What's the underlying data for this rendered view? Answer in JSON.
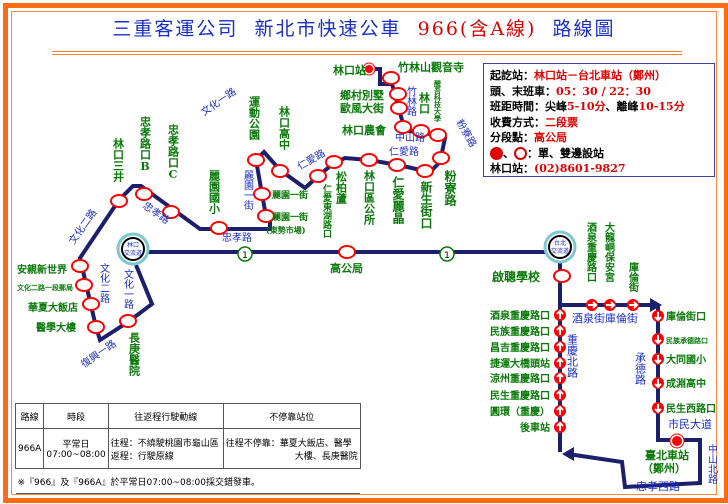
{
  "title": {
    "company": "三重客運公司",
    "service": "新北市快速公車",
    "route": "966(含A線)",
    "suffix": "路線圖"
  },
  "info": {
    "terminals_label": "起訖站：",
    "terminals": "林口站－台北車站（鄭州）",
    "first_last_label": "頭、末班車：",
    "first_last": "05：30 / 22：30",
    "headway_label": "班距時間：",
    "peak_label": "尖峰",
    "peak": "5-10分",
    "sep": "、",
    "offpeak_label": "離峰",
    "offpeak": "10-15分",
    "fare_label": "收費方式：",
    "fare": "二段票",
    "section_label": "分段點：",
    "section": "高公局",
    "legend_text": "：單、雙邊設站",
    "phone_label": "林口站：",
    "phone": "(02)8601-9827"
  },
  "stations": {
    "linkou_station": "林口站",
    "zhulinshan": "竹林山觀音寺",
    "xiangcun": "鄉村別墅",
    "oufeng": "歐風大街",
    "nonghui": "林口農會",
    "linkou_v": "林口",
    "hsingwu": "醒吾科技大學",
    "fenliao": "粉寮路",
    "xinsheng": "新生街口",
    "renai_lijing": "仁愛麗晶",
    "district_office": "林口區公所",
    "songbailu": "松柏蘆",
    "renai_donghu": "仁愛東湖路口",
    "linkou_high": "林口高中",
    "sports_park": "運動公園",
    "liyuan1": "麗園一街",
    "liyuan1_market": "麗園一街",
    "market_note": "(東勢市場)",
    "liyuan_elem": "麗園國小",
    "zhongxiao_c": "忠孝路口C",
    "zhongxiao_b": "忠孝路口B",
    "sanjing": "林口三井",
    "anqin": "安親新世界",
    "post_office": "文化二路一段郵局",
    "huaxia": "華夏大飯店",
    "medical_bldg": "醫學大樓",
    "changgung": "長庚醫院",
    "linkou_ic_1": "林口",
    "linkou_ic_2": "交流道",
    "highway_bureau": "高公局",
    "taipei_ic_1": "台北",
    "taipei_ic_2": "交流道",
    "qicong": "啟聰學校",
    "jiuquan_chongqing_top": "酒泉重慶路口",
    "dalongdong": "大龍峒保安宮",
    "kulun": "庫倫街",
    "left_column": [
      "酒泉重慶路口",
      "民族重慶路口",
      "昌吉重慶路口",
      "捷運大橋頭站",
      "涼州重慶路口",
      "民生重慶路口",
      "圓環（重慶）",
      "後車站"
    ],
    "right_column": [
      "庫倫街口",
      "民族承德路口",
      "大同國小",
      "成淵高中",
      "民生西路口"
    ],
    "taipei_main_1": "臺北車站",
    "taipei_main_2": "（鄭州）"
  },
  "roads": {
    "zhulin": "竹林路",
    "zhongshan": "中山路",
    "fenliao": "粉寮路",
    "renai_1": "仁愛路",
    "renai_2": "仁愛路",
    "wenhua1_top": "文化一路",
    "liyuan1": "麗園一街",
    "zhongxiao_1": "忠孝路",
    "zhongxiao_2": "忠孝路",
    "wenhua2_diag": "文化二路",
    "wenhua2_v": "文化二路",
    "wenhua1_v": "文化一路",
    "fuxing1": "復興一路",
    "jiuquan_kulun": "酒泉街庫倫街",
    "chongqing_n": "重慶北路",
    "chengde": "承德路",
    "civic_blvd": "市民大道",
    "zhongshan_n": "中山北路",
    "zhongxiao_w": "忠孝西路",
    "freeway_no": "1"
  },
  "table": {
    "headers": [
      "路線",
      "時段",
      "往返程行駛動線",
      "不停靠站位"
    ],
    "row": {
      "route": "966A",
      "period_1": "平常日",
      "period_2": "07:00~08:00",
      "route_1": "往程：不繞駛桃園市龜山區",
      "route_2": "返程：行駛原線",
      "skip_1": "往程不停靠：華夏大飯店、醫學",
      "skip_2": "大樓、長庚醫院"
    },
    "note": "※『966』及『966A』於平常日07:00~08:00採交錯發車。"
  },
  "colors": {
    "route_line": "#1c1f6b",
    "station_ring": "#ff0000",
    "station_text": "#0a7a0a",
    "road_text": "#1a2ec8",
    "border": "#ff6a13"
  }
}
